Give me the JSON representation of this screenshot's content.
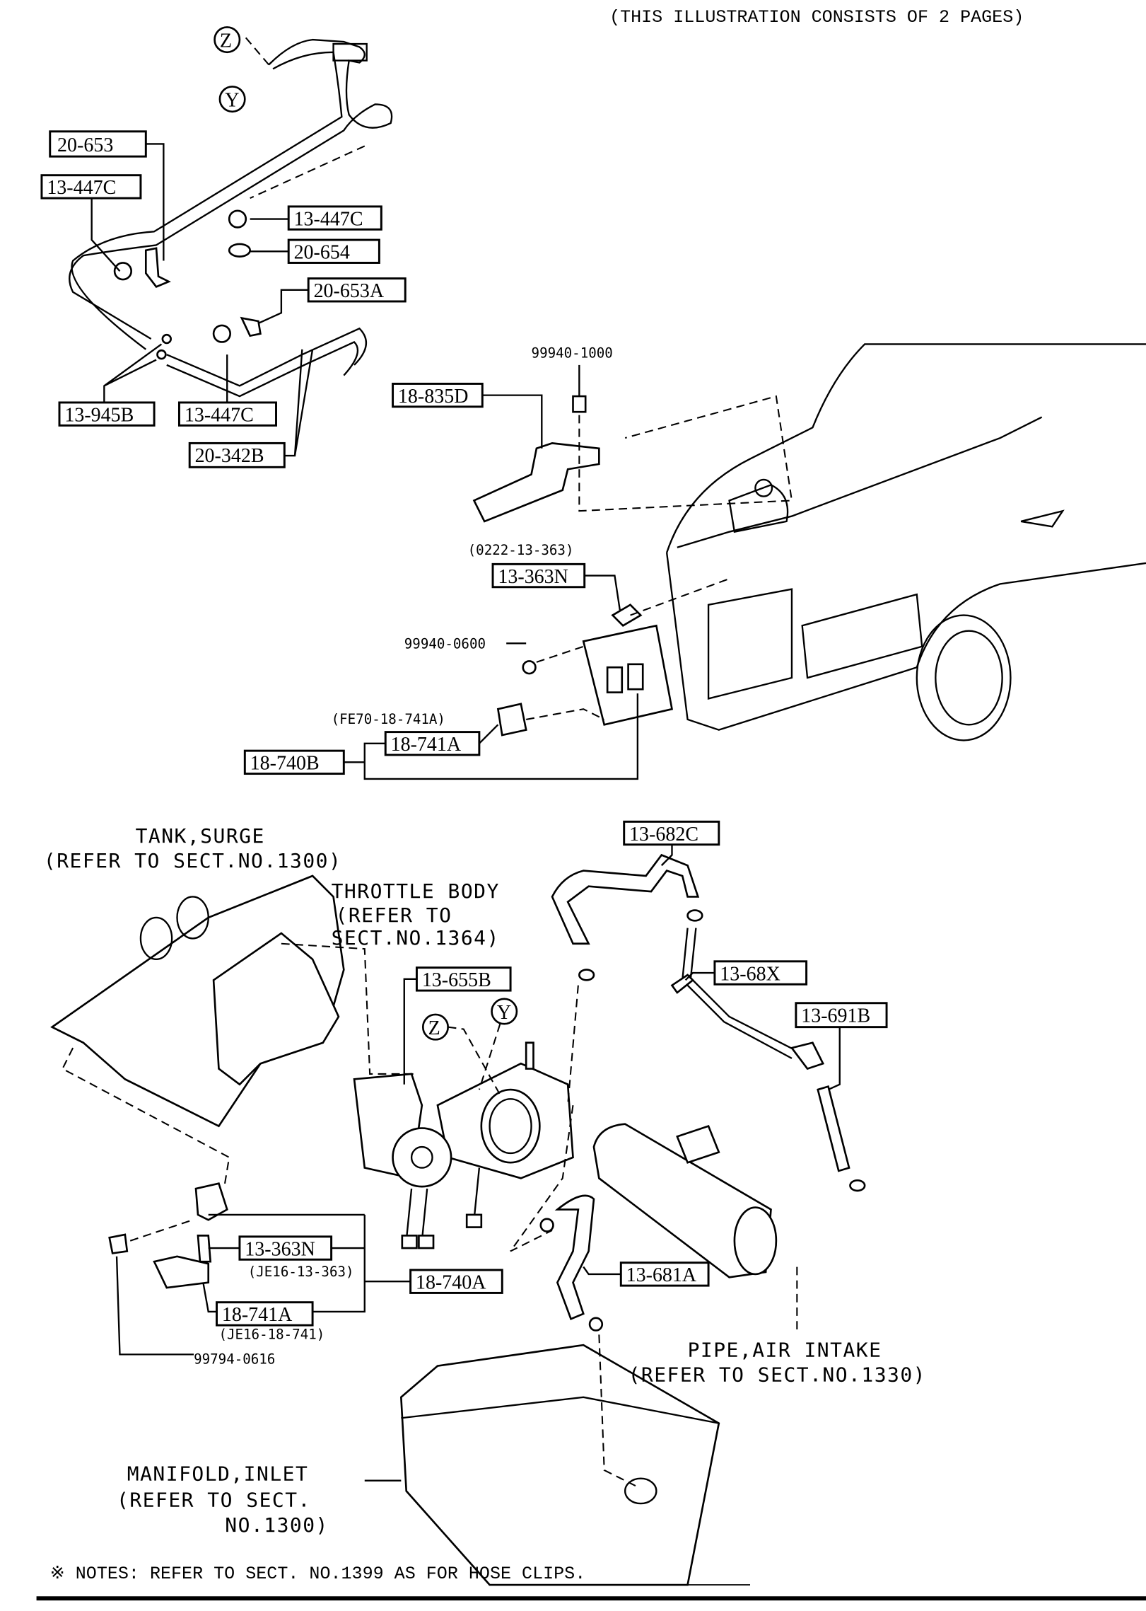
{
  "header": {
    "note": "(THIS ILLUSTRATION CONSISTS OF  2 PAGES)"
  },
  "markers": {
    "z": "Z",
    "y": "Y"
  },
  "upper_left": {
    "labels": [
      "20-653",
      "13-447C",
      "13-447C",
      "20-654",
      "20-653A",
      "13-945B",
      "13-447C",
      "20-342B"
    ]
  },
  "upper_right": {
    "bolt_top": "99940-1000",
    "bracket": "18-835D",
    "sensor_code": "(0222-13-363)",
    "sensor": "13-363N",
    "bolt_mid": "99940-0600",
    "valve_code": "(FE70-18-741A)",
    "valve": "18-741A",
    "assembly": "18-740B"
  },
  "lower": {
    "tank_surge": [
      "TANK,SURGE",
      "(REFER TO SECT.NO.1300)"
    ],
    "throttle_body": [
      "THROTTLE BODY",
      "(REFER TO",
      "SECT.NO.1364)"
    ],
    "hose_top": "13-682C",
    "gasket": "13-655B",
    "pipe": "13-68X",
    "hose_right": "13-691B",
    "sensor": "13-363N",
    "sensor_code": "(JE16-13-363)",
    "assembly": "18-740A",
    "valve": "18-741A",
    "valve_code": "(JE16-18-741)",
    "bolt": "99794-0616",
    "hose_lower": "13-681A",
    "pipe_air_intake": [
      "PIPE,AIR INTAKE",
      "(REFER TO SECT.NO.1330)"
    ],
    "manifold_inlet": [
      "MANIFOLD,INLET",
      "(REFER TO SECT.",
      "NO.1300)"
    ]
  },
  "footer": {
    "note": "※ NOTES: REFER TO SECT. NO.1399 AS FOR HOSE CLIPS."
  }
}
